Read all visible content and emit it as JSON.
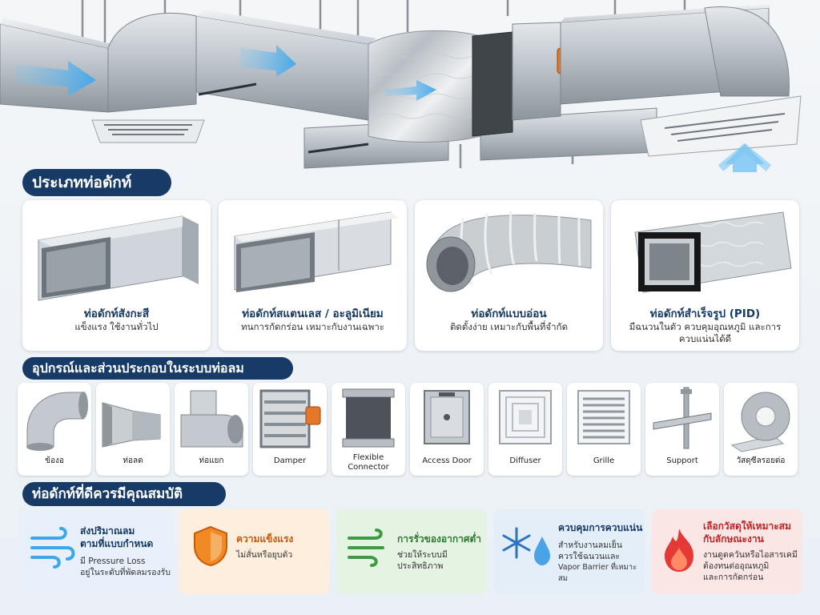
{
  "section_types": {
    "title": "ประเภทท่อดักท์"
  },
  "duct_types": [
    {
      "title": "ท่อดักท์สังกะสี",
      "desc": "แข็งแรง ใช้งานทั่วไป"
    },
    {
      "title": "ท่อดักท์สแตนเลส / อะลูมิเนียม",
      "desc": "ทนการกัดกร่อน เหมาะกับงานเฉพาะ"
    },
    {
      "title": "ท่อดักท์แบบอ่อน",
      "desc": "ติดตั้งง่าย เหมาะกับพื้นที่จำกัด"
    },
    {
      "title": "ท่อดักท์สำเร็จรูป (PID)",
      "desc": "มีฉนวนในตัว ควบคุมอุณหภูมิ และการควบแน่นได้ดี"
    }
  ],
  "section_components": {
    "title": "อุปกรณ์และส่วนประกอบในระบบท่อลม"
  },
  "components": [
    {
      "label": "ข้องอ"
    },
    {
      "label": "ท่อลด"
    },
    {
      "label": "ท่อแยก"
    },
    {
      "label": "Damper"
    },
    {
      "label_line1": "Flexible",
      "label_line2": "Connector"
    },
    {
      "label": "Access Door"
    },
    {
      "label": "Diffuser"
    },
    {
      "label": "Grille"
    },
    {
      "label": "Support"
    },
    {
      "label": "วัสดุซีลรอยต่อ"
    }
  ],
  "section_properties": {
    "title": "ท่อดักท์ที่ดีควรมีคุณสมบัติ"
  },
  "properties": [
    {
      "title_line1": "ส่งปริมาณลม",
      "title_line2": "ตามที่แบบกำหนด",
      "desc_line1": "มี Pressure Loss",
      "desc_line2": "อยู่ในระดับที่พัดลมรองรับ",
      "color": "#173a66",
      "bg": "#e8f1fb"
    },
    {
      "title_line1": "ความแข็งแรง",
      "desc_line1": "ไม่สั่นหรือยุบตัว",
      "color": "#c9590a",
      "bg": "#fdeedd"
    },
    {
      "title_line1": "การรั่วของอากาศต่ำ",
      "desc_line1": "ช่วยให้ระบบมี",
      "desc_line2": "ประสิทธิภาพ",
      "color": "#2f7a33",
      "bg": "#e5f3e3"
    },
    {
      "title_line1": "ควบคุมการควบแน่น",
      "desc_line1": "สำหรับงานลมเย็น",
      "desc_line2": "ควรใช้ฉนวนและ",
      "desc_line3": "Vapor Barrier ที่เหมาะสม",
      "color": "#173a66",
      "bg": "#e3eef9"
    },
    {
      "title_line1": "เลือกวัสดุให้เหมาะสม",
      "title_line2": "กับลักษณะงาน",
      "desc_line1": "งานดูดควันหรือไอสารเคมี",
      "desc_line2": "ต้องทนต่ออุณหภูมิ",
      "desc_line3": "และการกัดกร่อน",
      "color": "#c42323",
      "bg": "#fbe6e6"
    }
  ],
  "colors": {
    "navy": "#173a66",
    "airflow_arrow": "#5fb6ee",
    "actuator": "#e5772a"
  }
}
